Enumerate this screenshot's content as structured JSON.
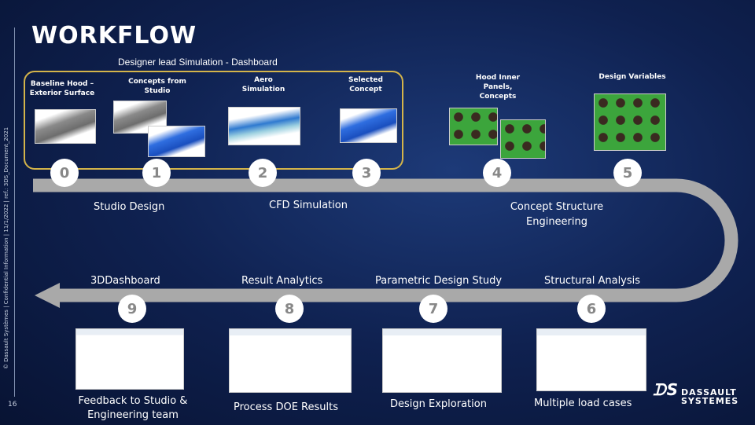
{
  "title": "WORKFLOW",
  "subtitle": "Designer lead Simulation - Dashboard",
  "side_text": "© Dassault Systèmes | Confidential Information | 11/1/2022 | ref.: 3DS_Document_2021",
  "page_number": "16",
  "captions": {
    "baseline": "Baseline Hood – Exterior Surface",
    "concepts": "Concepts from Studio",
    "aero": "Aero Simulation",
    "selected": "Selected Concept",
    "inner": "Hood Inner Panels, Concepts",
    "variables": "Design Variables"
  },
  "steps": [
    {
      "num": "0"
    },
    {
      "num": "1",
      "label": "Studio Design"
    },
    {
      "num": "2",
      "label": "CFD Simulation"
    },
    {
      "num": "3"
    },
    {
      "num": "4",
      "label": "Concept Structure Engineering"
    },
    {
      "num": "5"
    },
    {
      "num": "6",
      "label": "Structural Analysis",
      "caption": "Multiple load cases"
    },
    {
      "num": "7",
      "label": "Parametric Design Study",
      "caption": "Design Exploration"
    },
    {
      "num": "8",
      "label": "Result Analytics",
      "caption": "Process DOE Results"
    },
    {
      "num": "9",
      "label": "3DDashboard",
      "caption": "Feedback to Studio & Engineering team"
    }
  ],
  "logo": {
    "line1": "DASSAULT",
    "line2": "SYSTEMES"
  },
  "colors": {
    "road": "#a9a9a9",
    "box_border": "#d4b44a"
  }
}
